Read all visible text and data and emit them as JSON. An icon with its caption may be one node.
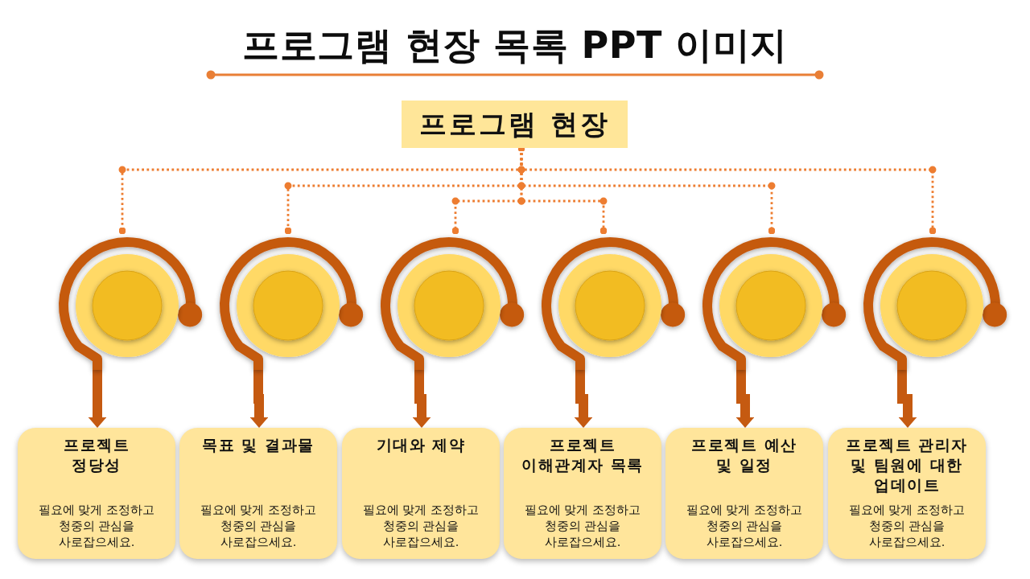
{
  "diagram": {
    "title": "프로그램 현장 목록 PPT 이미지",
    "nodes": [
      {
        "text": [
          "프로그램 현장"
        ]
      },
      {
        "text": [],
        "shape": "circle"
      },
      {
        "text": [],
        "shape": "circle"
      },
      {
        "text": [],
        "shape": "circle"
      },
      {
        "text": [],
        "shape": "circle"
      },
      {
        "text": [],
        "shape": "circle"
      },
      {
        "text": [],
        "shape": "circle"
      },
      {
        "text": [
          "프로젝트 정당성",
          "필요에 맞게 조정하고 청중의 관심을 사로잡으세요."
        ]
      },
      {
        "text": [
          "목표 및 결과물",
          "필요에 맞게 조정하고 청중의 관심을 사로잡으세요."
        ]
      },
      {
        "text": [
          "기대와 제약",
          "필요에 맞게 조정하고 청중의 관심을 사로잡으세요."
        ]
      },
      {
        "text": [
          "프로젝트 이해관계자 목록",
          "필요에 맞게 조정하고 청중의 관심을 사로잡으세요."
        ]
      },
      {
        "text": [
          "프로젝트 예산 및 일정",
          "필요에 맞게 조정하고 청중의 관심을 사로잡으세요."
        ]
      },
      {
        "text": [
          "프로젝트 관리자 및 팀원에 대한 업데이트",
          "필요에 맞게 조정하고 청중의 관심을 사로잡으세요."
        ]
      }
    ],
    "edges": [
      {
        "from": 0,
        "to": 1,
        "arrow": "other",
        "style": "dashed",
        "color": "#ed7d31"
      },
      {
        "from": 0,
        "to": 2,
        "arrow": "other",
        "style": "dashed",
        "color": "#ed7d31"
      },
      {
        "from": 0,
        "to": 3,
        "arrow": "other",
        "style": "dashed",
        "color": "#ed7d31"
      },
      {
        "from": 0,
        "to": 4,
        "arrow": "other",
        "style": "dashed",
        "color": "#ed7d31"
      },
      {
        "from": 0,
        "to": 5,
        "arrow": "other",
        "style": "dashed",
        "color": "#ed7d31"
      },
      {
        "from": 0,
        "to": 6,
        "arrow": "other",
        "style": "dashed",
        "color": "#ed7d31"
      },
      {
        "from": 1,
        "to": 7,
        "arrow": "to",
        "style": "thick"
      },
      {
        "from": 2,
        "to": 8,
        "arrow": "to",
        "style": "thick"
      },
      {
        "from": 3,
        "to": 9,
        "arrow": "to",
        "style": "thick"
      },
      {
        "from": 4,
        "to": 10,
        "arrow": "to",
        "style": "thick"
      },
      {
        "from": 5,
        "to": 11,
        "arrow": "to",
        "style": "thick"
      },
      {
        "from": 6,
        "to": 12,
        "arrow": "to",
        "style": "thick"
      }
    ]
  }
}
